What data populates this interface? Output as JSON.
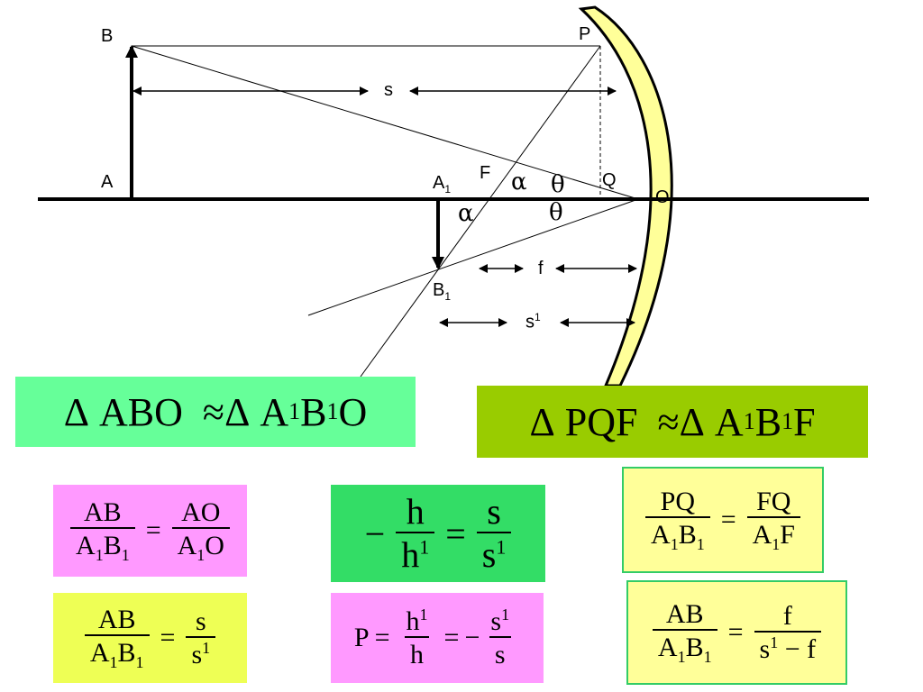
{
  "diagram": {
    "points": {
      "B": "B",
      "P": "P",
      "A": "A",
      "A1": "A",
      "A1_sub": "1",
      "F": "F",
      "Q": "Q",
      "O": "O",
      "B1": "B",
      "B1_sub": "1"
    },
    "angles": {
      "alpha": "α",
      "theta": "θ"
    },
    "distances": {
      "s": "s",
      "f": "f",
      "s1": "s",
      "s1_sup": "1"
    }
  },
  "similar_triangles": {
    "left": {
      "delta": "Δ",
      "t1": "ABO",
      "approx": "≈",
      "t2a": "A",
      "sub1": "1",
      "t2b": "B",
      "sub2": "1",
      "t2c": "O"
    },
    "right": {
      "delta": "Δ",
      "t1": "PQF",
      "approx": "≈",
      "t2a": "A",
      "sub1": "1",
      "t2b": "B",
      "sub2": "1",
      "t2c": "F"
    }
  },
  "equations": {
    "eq1": {
      "lhs_num": "AB",
      "lhs_den_a": "A",
      "lhs_den_b": "B",
      "sub": "1",
      "eq": "=",
      "rhs_num": "AO",
      "rhs_den_a": "A",
      "rhs_den_b": "O"
    },
    "eq2": {
      "lhs_num": "AB",
      "lhs_den_a": "A",
      "lhs_den_b": "B",
      "sub": "1",
      "eq": "=",
      "rhs_num": "s",
      "rhs_den": "s",
      "sup": "1"
    },
    "eq3": {
      "minus": "−",
      "lhs_num": "h",
      "lhs_den": "h",
      "sup": "1",
      "eq": "=",
      "rhs_num": "s",
      "rhs_den": "s"
    },
    "eq4": {
      "p": "P",
      "eq": "=",
      "f1_num": "h",
      "sup": "1",
      "f1_den": "h",
      "eq2": "=",
      "minus": "−",
      "f2_num": "s",
      "f2_den": "s"
    },
    "eq5": {
      "lhs_num": "PQ",
      "lhs_den_a": "A",
      "lhs_den_b": "B",
      "sub": "1",
      "eq": "=",
      "rhs_num": "FQ",
      "rhs_den_a": "A",
      "rhs_den_b": "F"
    },
    "eq6": {
      "lhs_num": "AB",
      "lhs_den_a": "A",
      "lhs_den_b": "B",
      "sub": "1",
      "eq": "=",
      "rhs_num": "f",
      "rhs_den_a": "s",
      "sup": "1",
      "rhs_den_b": "− f"
    }
  },
  "colors": {
    "mirror_fill": "#ffff99",
    "box_left": "#66ff99",
    "box_right": "#99cc00",
    "eq1_bg": "#ff99ff",
    "eq2_bg": "#eeff55",
    "eq3_bg": "#33dd66",
    "eq4_bg": "#ff99ff",
    "eq5_bg": "#ffff99",
    "eq5_border": "#33cc66",
    "eq6_bg": "#ffff99",
    "eq6_border": "#33cc66"
  }
}
